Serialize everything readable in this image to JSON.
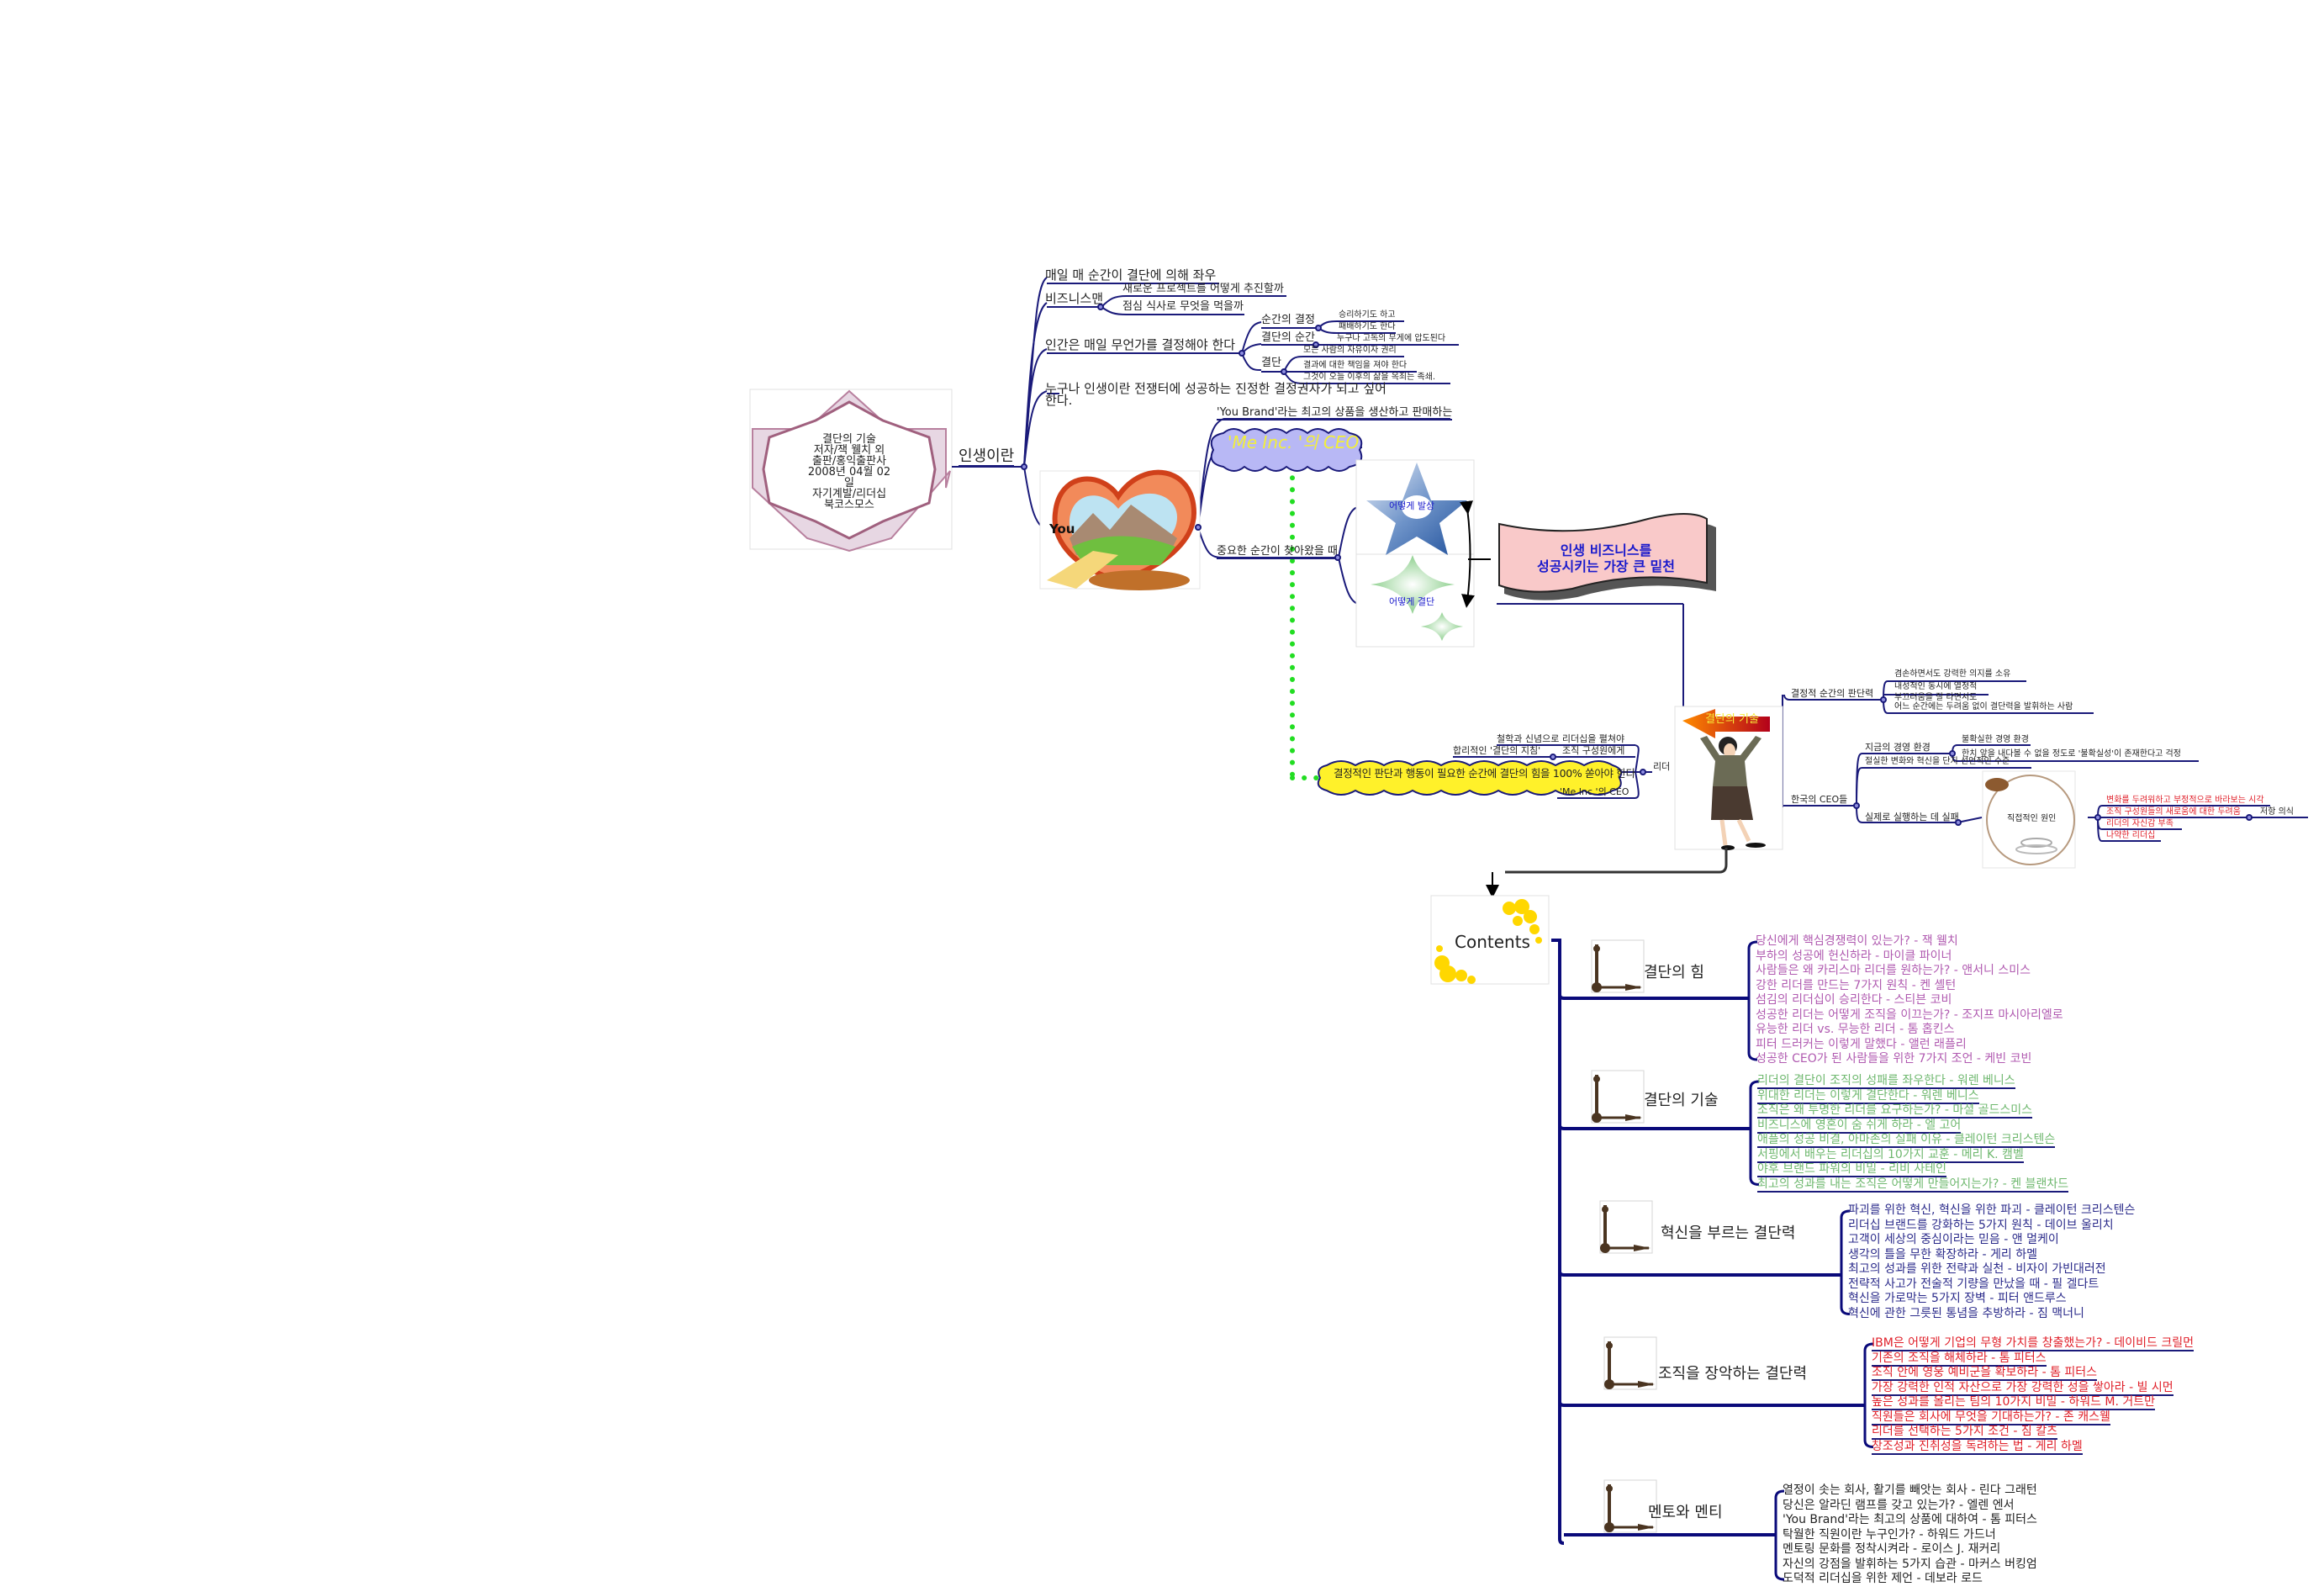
{
  "root": {
    "book_info": [
      "결단의 기술",
      "저자/잭 웰치 외",
      "출판/홍익출판사",
      "2008년 04월 02일",
      "자기계발/리더십",
      "북코스모스"
    ],
    "label": "인생이란"
  },
  "life_branch": {
    "item1": "매일 매 순간이 결단에 의해 좌우",
    "businessman": {
      "label": "비즈니스맨",
      "children": [
        "새로운 프로젝트를 어떻게 추진할까",
        "점심 식사로 무엇을 먹을까"
      ]
    },
    "human": {
      "label": "인간은 매일 무언가를 결정해야 한다",
      "moment_decision": {
        "label": "순간의 결정",
        "children": [
          "승리하기도 하고",
          "패배하기도 한다"
        ]
      },
      "moment_of_decision": {
        "label": "결단의 순간",
        "children": [
          "누구나 고독의 무게에 압도된다"
        ]
      },
      "decision": {
        "label": "결단",
        "children": [
          "모든 사람의 자유이자 권리",
          "결과에 대한 책임을 져야 한다",
          "그것이 오늘 이후의 삶을 옥죄는 족쇄."
        ]
      }
    },
    "everyone": "누구나 인생이란 전쟁터에 성공하는 진정한 결정권자가 되고 싶어한다."
  },
  "you_branch": {
    "label": "You",
    "you_brand": "'You Brand'라는 최고의 상품을 생산하고 판매하는",
    "me_inc_cloud": "'Me Inc. '의 CEO",
    "important_moment": "중요한 순간이 찾아왔을 때",
    "star_label": "어떻게 발상",
    "diamond_label": "어떻게 결단",
    "banner": [
      "인생 비즈니스를",
      "성공시키는 가장 큰 밑천"
    ]
  },
  "leader_branch": {
    "yellow_cloud": "결정적인 판단과 행동이 필요한 순간에 결단의 힘을 100% 쏟아야 한다",
    "leader": "리더",
    "children": [
      "철학과 신념으로 리더십을 펼쳐야",
      "조직 구성원에게",
      "'Me Inc.'의 CEO"
    ],
    "sub_of_members": "합리적인 '결단의 지침'"
  },
  "skill_branch": {
    "arrow_label": "결단의 기술",
    "judgment": {
      "label": "결정적 순간의 판단력",
      "children": [
        "겸손하면서도 강력한 의지를 소유",
        "내성적인 동시에 열정적",
        "부끄러움을 잘 타면서도",
        "어느 순간에는 두려움 없이 결단력을 발휘하는 사람"
      ]
    },
    "korean_ceo": {
      "label": "한국의 CEO들",
      "environment": {
        "label": "지금의 경영 환경",
        "children": [
          "불확실한 경영 환경",
          "한치 앞을 내다볼 수 없을 정도로 '불확실성'이 존재한다고 걱정"
        ]
      },
      "declarative": "절실한 변화와 혁신을 단지 선언적인 수준",
      "fail": {
        "label": "실제로 실행하는 데 실패",
        "cause_label": "직접적인 원인",
        "causes": [
          "변화를 두려워하고 부정적으로 바라보는 시각",
          "조직 구성원들의 새로움에 대한 두려움",
          "리더의 자신감 부족",
          "나약한 리더십"
        ],
        "resistance": "저항 의식"
      }
    }
  },
  "contents": {
    "title": "Contents",
    "sections": [
      {
        "title": "결단의 힘",
        "color": "#b05ab0",
        "items": [
          "당신에게 핵심경쟁력이 있는가? - 잭 웰치",
          "부하의 성공에 헌신하라 - 마이클 파이너",
          "사람들은 왜 카리스마 리더를 원하는가? - 앤서니 스미스",
          "강한 리더를 만드는 7가지 원칙 - 켄 셸턴",
          "섬김의 리더십이 승리한다 - 스티븐 코비",
          "성공한 리더는 어떻게 조직을 이끄는가? - 조지프 마시아리엘로",
          "유능한 리더 vs. 무능한 리더 - 톰 홉킨스",
          "피터 드러커는 이렇게 말했다 - 앨런 래플리",
          "성공한 CEO가 된 사람들을 위한 7가지 조언 - 케빈 코빈"
        ]
      },
      {
        "title": "결단의 기술",
        "color": "#6fb86f",
        "items": [
          "리더의 결단이 조직의 성패를 좌우한다 - 워렌 베니스",
          "위대한 리더는 이렇게 결단한다 - 워렌 베니스",
          "조직은 왜 투명한 리더를 요구하는가? - 마셜 골드스미스",
          "비즈니스에 영혼이 숨 쉬게 하라 - 엘 고어",
          "애플의 성공 비결, 아마존의 실패 이유 - 클레이턴 크리스텐슨",
          "서핑에서 배우는 리더십의 10가지 교훈 - 메리 K. 캠벨",
          "야후 브랜드 파워의 비밀 - 리비 사테인",
          "최고의 성과를 내는 조직은 어떻게 만들어지는가? - 켄 블랜차드"
        ]
      },
      {
        "title": "혁신을 부르는 결단력",
        "color": "#2a2a8a",
        "items": [
          "파괴를 위한 혁신, 혁신을 위한 파괴 - 클레이턴 크리스텐슨",
          "리더십 브랜드를 강화하는 5가지 원칙 - 데이브 울리치",
          "고객이 세상의 중심이라는 믿음 - 앤 멀케이",
          "생각의 틀을 무한 확장하라 - 게리 하멜",
          "최고의 성과를 위한 전략과 실천 - 비자이 가빈대러전",
          "전략적 사고가 전술적 기량을 만났을 때 - 필 겔다트",
          "혁신을 가로막는 5가지 장벽 - 피터 앤드루스",
          "혁신에 관한 그릇된 통념을 추방하라 - 짐 맥너니"
        ]
      },
      {
        "title": "조직을 장악하는 결단력",
        "color": "#e0202a",
        "items": [
          "IBM은 어떻게 기업의 무형 가치를 창출했는가? - 데이비드 크릴먼",
          "기존의 조직을 해체하라 - 톰 피터스",
          "조직 안에 영웅 예비군을 확보하라 - 톰 피터스",
          "가장 강력한 인적 자산으로 가장 강력한 성을 쌓아라 - 빌 시먼",
          "높은 성과를 올리는 팀의 10가지 비밀 - 하워드 M. 거트만",
          "직원들은 회사에 무엇을 기대하는가? - 존 캐스웰",
          "리더를 선택하는 5가지 조건 - 짐 칼츠",
          "창조성과 진취성을 독려하는 법 - 게리 하멜"
        ]
      },
      {
        "title": "멘토와 멘티",
        "color": "#222222",
        "items": [
          "열정이 솟는 회사, 활기를 빼앗는 회사 - 린다 그래턴",
          "당신은 알라딘 램프를 갖고 있는가? - 엘렌 엔서",
          "'You Brand'라는 최고의 상품에 대하여 - 톰 피터스",
          "탁월한 직원이란 누구인가? - 하워드 가드너",
          "멘토링 문화를 정착시켜라 - 로이스 J. 재커리",
          "자신의 강점을 발휘하는 5가지 습관 - 마커스 버킹엄",
          "도덕적 리더십을 위한 제언 - 데보라 로드"
        ]
      }
    ]
  },
  "colors": {
    "line": "#1a1a7a",
    "green_dotted": "#22dd22",
    "banner_fill": "#f9c9c9",
    "cloud_fill": "#b8b8f5",
    "cloud_text": "#f2ef3a",
    "yellow_cloud": "#fff12a"
  }
}
